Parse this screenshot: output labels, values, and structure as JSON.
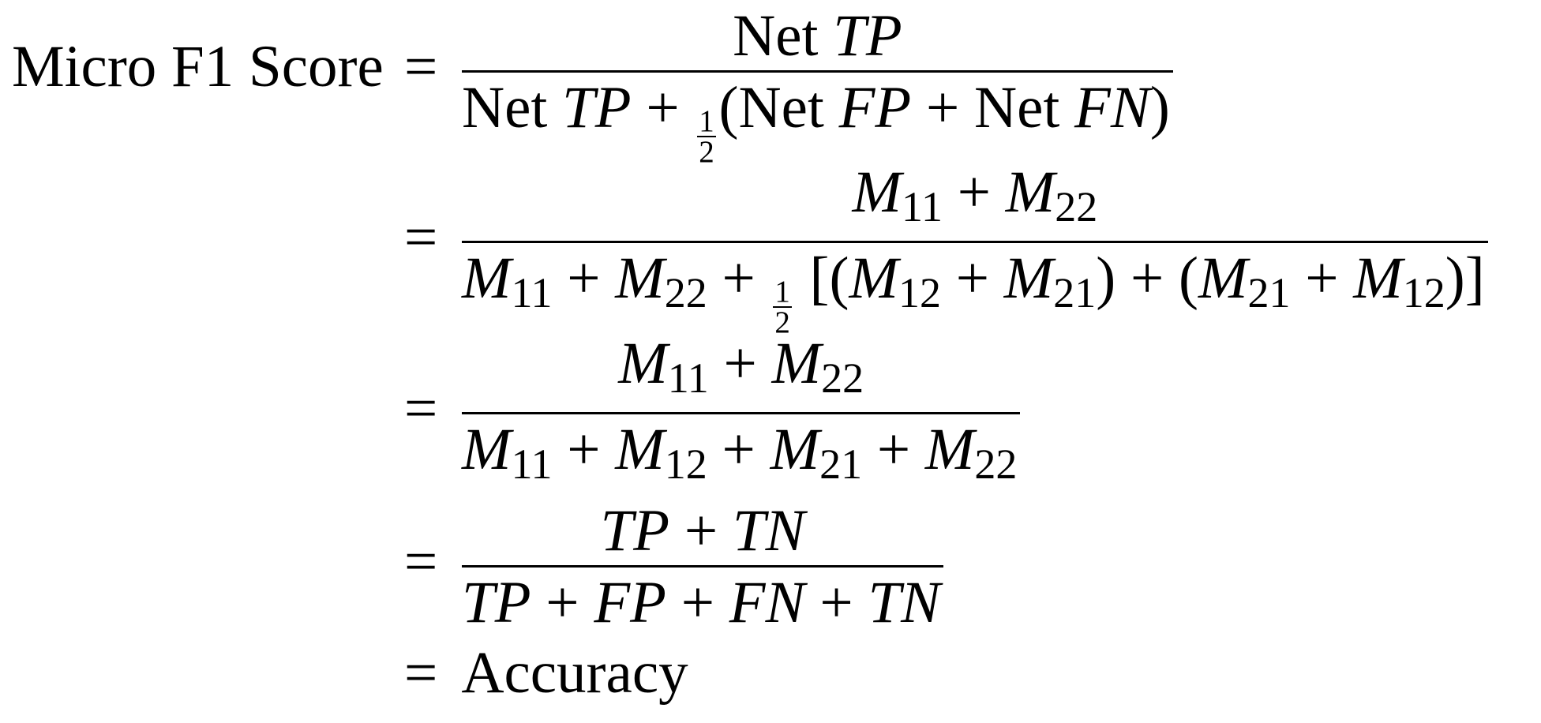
{
  "lhs": "Micro F1 Score",
  "equals": "=",
  "rows": [
    {
      "num": [
        "Net ",
        {
          "i": "TP"
        }
      ],
      "den": [
        "Net ",
        {
          "i": "TP"
        },
        " + ",
        {
          "frac": [
            "1",
            "2"
          ]
        },
        "(Net ",
        {
          "i": "FP"
        },
        " + Net ",
        {
          "i": "FN"
        },
        ")"
      ]
    },
    {
      "num": [
        {
          "i": "M",
          "s": "11"
        },
        " + ",
        {
          "i": "M",
          "s": "22"
        }
      ],
      "den": [
        {
          "i": "M",
          "s": "11"
        },
        " + ",
        {
          "i": "M",
          "s": "22"
        },
        " + ",
        {
          "frac": [
            "1",
            "2"
          ]
        },
        " [(",
        {
          "i": "M",
          "s": "12"
        },
        " + ",
        {
          "i": "M",
          "s": "21"
        },
        ") + (",
        {
          "i": "M",
          "s": "21"
        },
        " + ",
        {
          "i": "M",
          "s": "12"
        },
        ")]"
      ]
    },
    {
      "num": [
        {
          "i": "M",
          "s": "11"
        },
        " + ",
        {
          "i": "M",
          "s": "22"
        }
      ],
      "den": [
        {
          "i": "M",
          "s": "11"
        },
        " + ",
        {
          "i": "M",
          "s": "12"
        },
        " + ",
        {
          "i": "M",
          "s": "21"
        },
        " + ",
        {
          "i": "M",
          "s": "22"
        }
      ]
    },
    {
      "num": [
        {
          "i": "TP"
        },
        " + ",
        {
          "i": "TN"
        }
      ],
      "den": [
        {
          "i": "TP"
        },
        " + ",
        {
          "i": "FP"
        },
        " + ",
        {
          "i": "FN"
        },
        " + ",
        {
          "i": "TN"
        }
      ]
    }
  ],
  "result": "Accuracy"
}
